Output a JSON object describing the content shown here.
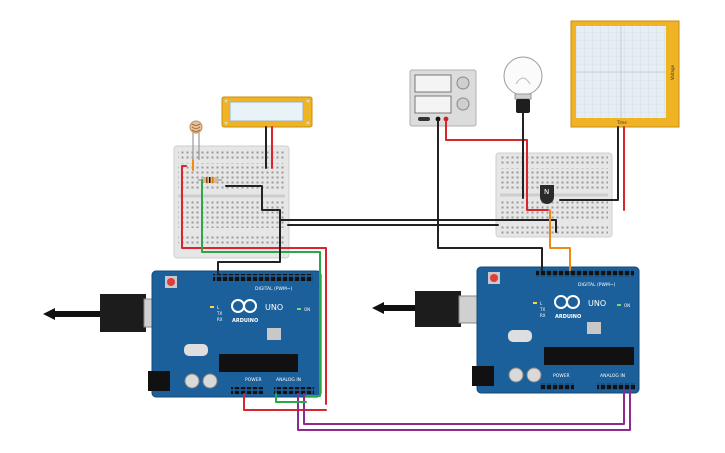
{
  "scene": {
    "arduino_left": {
      "digital_label": "DIGITAL (PWM~)",
      "analog_label": "ANALOG IN",
      "power_label": "POWER",
      "brand": "ARDUINO",
      "model": "UNO",
      "on_label": "ON",
      "tx_label": "TX",
      "rx_label": "RX",
      "l_label": "L"
    },
    "arduino_right": {
      "digital_label": "DIGITAL (PWM~)",
      "analog_label": "ANALOG IN",
      "power_label": "POWER",
      "brand": "ARDUINO",
      "model": "UNO",
      "on_label": "ON",
      "tx_label": "TX",
      "rx_label": "RX",
      "l_label": "L"
    },
    "transistor_label": "N",
    "oscilloscope": {
      "y_label": "Voltage",
      "x_label": "Time"
    },
    "colors": {
      "board_blue": "#1b5f9b",
      "breadboard": "#e4e4e4",
      "lcd_frame": "#f0b323",
      "lcd_screen": "#e9f2f7",
      "wire_red": "#d7262c",
      "wire_black": "#222222",
      "wire_green": "#2aa845",
      "wire_purple": "#8e2a8e",
      "wire_orange": "#ee8a1a",
      "scope_frame": "#f0b323",
      "scope_screen": "#e7eef3"
    }
  }
}
